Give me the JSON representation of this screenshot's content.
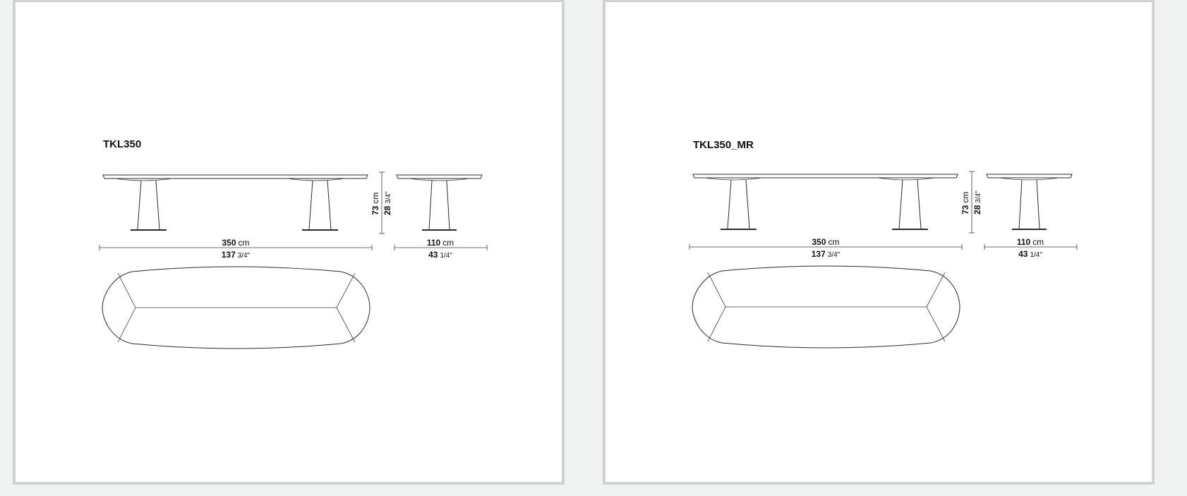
{
  "panels": [
    {
      "code": "TKL350",
      "length_cm": "350",
      "length_in_whole": "137",
      "length_in_frac": "3/4\"",
      "width_cm": "110",
      "width_in_whole": "43",
      "width_in_frac": "1/4\"",
      "height_cm": "73",
      "height_in_whole": "28",
      "height_in_frac": "3/4\"",
      "unit": "cm"
    },
    {
      "code": "TKL350_MR",
      "length_cm": "350",
      "length_in_whole": "137",
      "length_in_frac": "3/4\"",
      "width_cm": "110",
      "width_in_whole": "43",
      "width_in_frac": "1/4\"",
      "height_cm": "73",
      "height_in_whole": "28",
      "height_in_frac": "3/4\"",
      "unit": "cm"
    }
  ]
}
